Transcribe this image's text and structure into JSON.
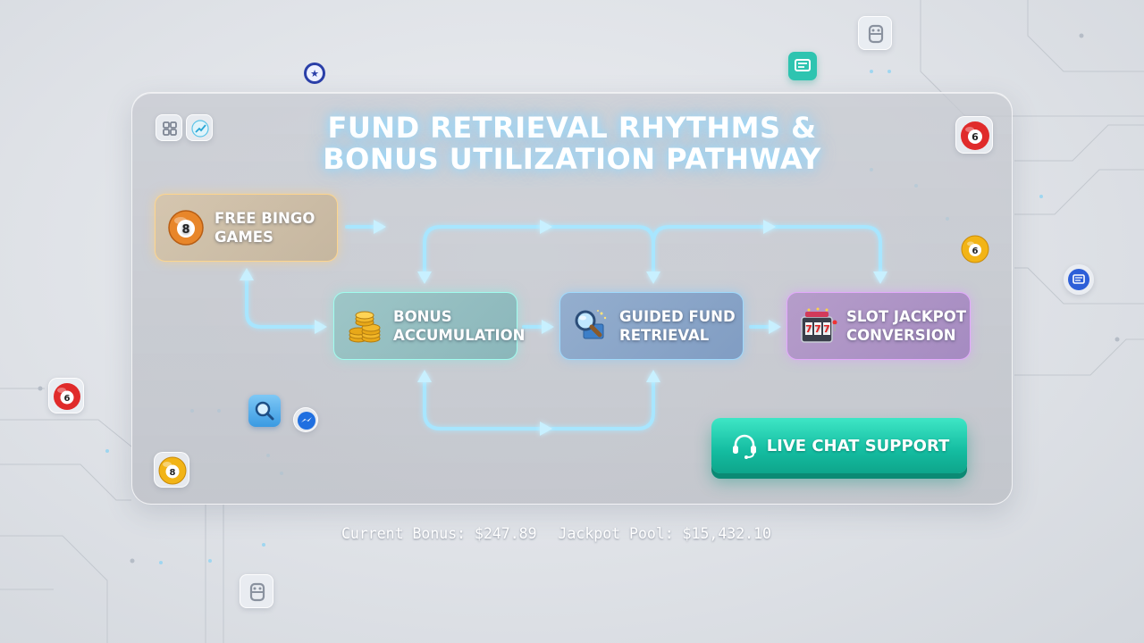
{
  "title": {
    "line1": "FUND RETRIEVAL RHYTHMS &",
    "line2": "BONUS UTILIZATION PATHWAY"
  },
  "nodes": [
    {
      "id": "free-bingo",
      "line1": "FREE BINGO",
      "line2": "GAMES",
      "icon": "bingo-ball-icon"
    },
    {
      "id": "bonus",
      "line1": "BONUS",
      "line2": "ACCUMULATION",
      "icon": "coin-stack-icon"
    },
    {
      "id": "guided",
      "line1": "GUIDED FUND",
      "line2": "RETRIEVAL",
      "icon": "magnifier-icon"
    },
    {
      "id": "slot",
      "line1": "SLOT JACKPOT",
      "line2": "CONVERSION",
      "icon": "slot-machine-icon"
    }
  ],
  "live_chat": {
    "label": "LIVE CHAT SUPPORT",
    "icon": "headset-icon"
  },
  "status": {
    "current_bonus": "Current Bonus: $247.89",
    "jackpot_pool": "Jackpot Pool: $15,432.10"
  },
  "balls": [
    {
      "number": "6",
      "color": "#e02b2b"
    },
    {
      "number": "6",
      "color": "#f2b416"
    },
    {
      "number": "6",
      "color": "#e02b2b"
    },
    {
      "number": "8",
      "color": "#f2b416"
    }
  ],
  "colors": {
    "accent_teal": "#14bca0",
    "glow_arrow": "#a8e6ff",
    "bonus_border": "#a0fff0",
    "slot_border": "#e6aaff"
  }
}
